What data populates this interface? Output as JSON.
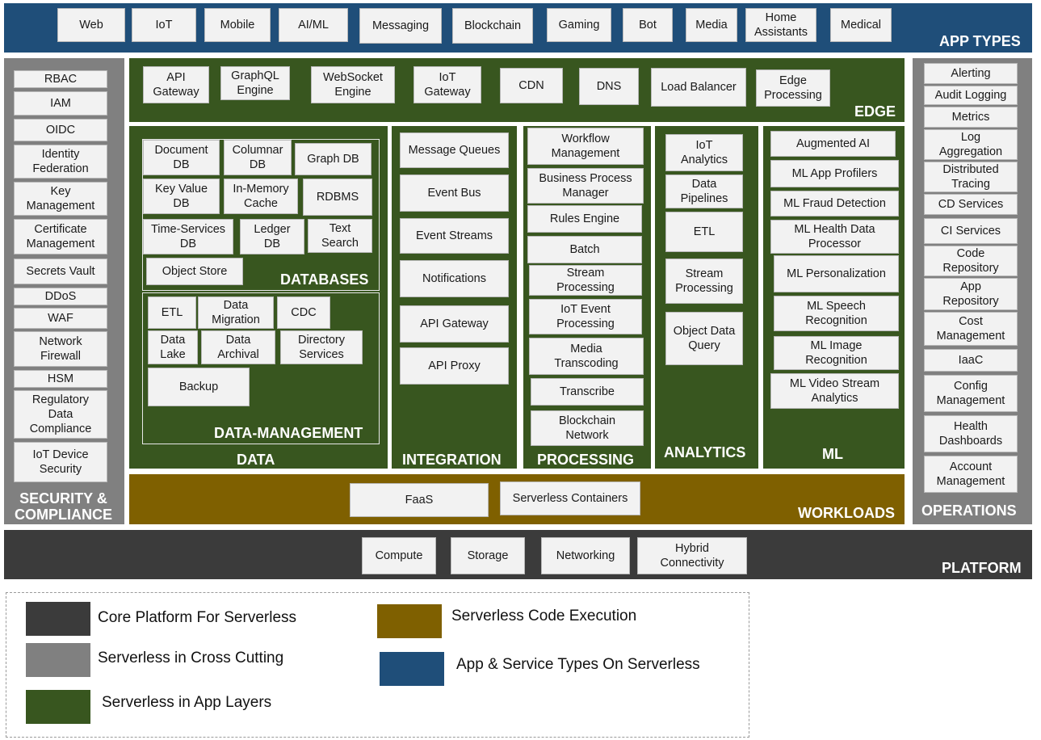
{
  "app_types": {
    "title": "APP TYPES",
    "items": [
      "Web",
      "IoT",
      "Mobile",
      "AI/ML",
      "Messaging",
      "Blockchain",
      "Gaming",
      "Bot",
      "Media",
      "Home\nAssistants",
      "Medical"
    ]
  },
  "security": {
    "title": "SECURITY &\nCOMPLIANCE",
    "items": [
      "RBAC",
      "IAM",
      "OIDC",
      "Identity\nFederation",
      "Key\nManagement",
      "Certificate\nManagement",
      "Secrets Vault",
      "DDoS",
      "WAF",
      "Network\nFirewall",
      "HSM",
      "Regulatory\nData\nCompliance",
      "IoT Device\nSecurity"
    ]
  },
  "edge": {
    "title": "EDGE",
    "items": [
      "API\nGateway",
      "GraphQL\nEngine",
      "WebSocket\nEngine",
      "IoT\nGateway",
      "CDN",
      "DNS",
      "Load Balancer",
      "Edge\nProcessing"
    ]
  },
  "data": {
    "title": "DATA",
    "databases": {
      "title": "DATABASES",
      "items": [
        "Document\nDB",
        "Columnar\nDB",
        "Graph DB",
        "Key Value\nDB",
        "In-Memory\nCache",
        "RDBMS",
        "Time-Services\nDB",
        "Ledger\nDB",
        "Text\nSearch",
        "Object Store"
      ]
    },
    "management": {
      "title": "DATA-MANAGEMENT",
      "items": [
        "ETL",
        "Data\nMigration",
        "CDC",
        "Data\nLake",
        "Data\nArchival",
        "Directory\nServices",
        "Backup"
      ]
    }
  },
  "integration": {
    "title": "INTEGRATION",
    "items": [
      "Message Queues",
      "Event Bus",
      "Event Streams",
      "Notifications",
      "API Gateway",
      "API Proxy"
    ]
  },
  "processing": {
    "title": "PROCESSING",
    "items": [
      "Workflow\nManagement",
      "Business Process\nManager",
      "Rules Engine",
      "Batch",
      "Stream\nProcessing",
      "IoT Event\nProcessing",
      "Media\nTranscoding",
      "Transcribe",
      "Blockchain\nNetwork"
    ]
  },
  "analytics": {
    "title": "ANALYTICS",
    "items": [
      "IoT\nAnalytics",
      "Data\nPipelines",
      "ETL",
      "Stream\nProcessing",
      "Object Data\nQuery"
    ]
  },
  "ml": {
    "title": "ML",
    "items": [
      "Augmented AI",
      "ML App Profilers",
      "ML Fraud Detection",
      "ML Health Data\nProcessor",
      "ML Personalization",
      "ML Speech\nRecognition",
      "ML Image\nRecognition",
      "ML Video Stream\nAnalytics"
    ]
  },
  "operations": {
    "title": "OPERATIONS",
    "items": [
      "Alerting",
      "Audit Logging",
      "Metrics",
      "Log\nAggregation",
      "Distributed\nTracing",
      "CD Services",
      "CI Services",
      "Code\nRepository",
      "App\nRepository",
      "Cost\nManagement",
      "IaaC",
      "Config\nManagement",
      "Health\nDashboards",
      "Account\nManagement"
    ]
  },
  "workloads": {
    "title": "WORKLOADS",
    "items": [
      "FaaS",
      "Serverless Containers"
    ]
  },
  "platform": {
    "title": "PLATFORM",
    "items": [
      "Compute",
      "Storage",
      "Networking",
      "Hybrid\nConnectivity"
    ]
  },
  "legend": {
    "items": [
      {
        "label": "Core Platform For Serverless",
        "color": "#3b3b3b"
      },
      {
        "label": "Serverless in Cross Cutting",
        "color": "#808080"
      },
      {
        "label": "Serverless in App Layers",
        "color": "#38561f"
      },
      {
        "label": "Serverless Code Execution",
        "color": "#7f6000"
      },
      {
        "label": "App & Service Types On Serverless",
        "color": "#1f4e79"
      }
    ]
  }
}
